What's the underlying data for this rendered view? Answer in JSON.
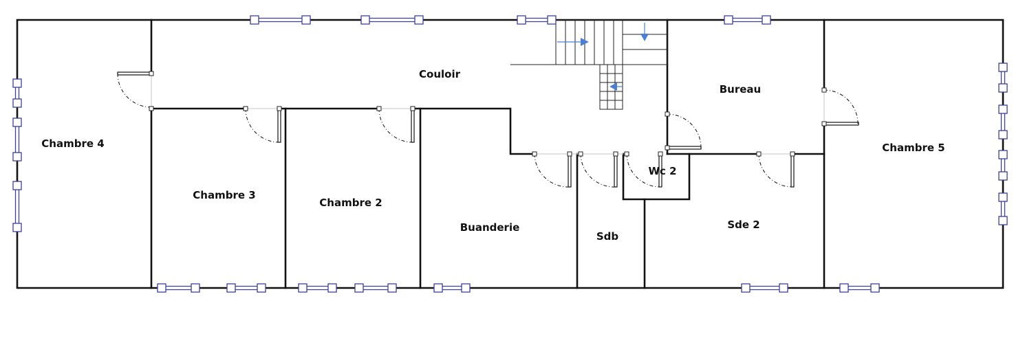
{
  "plan": {
    "rooms": [
      {
        "id": "couloir",
        "label": "Couloir"
      },
      {
        "id": "bureau",
        "label": "Bureau"
      },
      {
        "id": "chambre4",
        "label": "Chambre 4"
      },
      {
        "id": "chambre3",
        "label": "Chambre 3"
      },
      {
        "id": "chambre2",
        "label": "Chambre 2"
      },
      {
        "id": "buanderie",
        "label": "Buanderie"
      },
      {
        "id": "sdb",
        "label": "Sdb"
      },
      {
        "id": "wc2",
        "label": "Wc 2"
      },
      {
        "id": "sde2",
        "label": "Sde 2"
      },
      {
        "id": "chambre5",
        "label": "Chambre 5"
      }
    ],
    "colors": {
      "wall": "#111111",
      "window": "#3a3f9a",
      "stair_arrow": "#4a7fd4"
    }
  }
}
